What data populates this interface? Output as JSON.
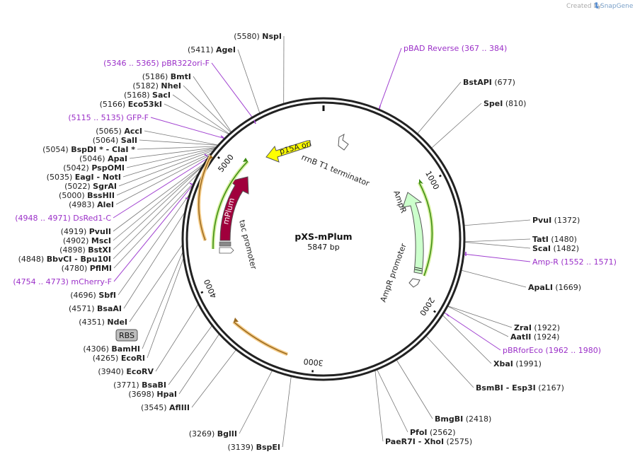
{
  "branding": {
    "created_by": "Created by",
    "app": "SnapGene"
  },
  "map": {
    "name": "pXS-mPlum",
    "length_label": "5847 bp",
    "total_bp": 5847,
    "ticks": [
      {
        "bp": 0,
        "label": ""
      },
      {
        "bp": 1000,
        "label": "1000"
      },
      {
        "bp": 2000,
        "label": "2000"
      },
      {
        "bp": 3000,
        "label": "3000"
      },
      {
        "bp": 4000,
        "label": "4000"
      },
      {
        "bp": 5000,
        "label": "5000"
      }
    ]
  },
  "features": [
    {
      "name": "p15A ori",
      "color": "#ffff00"
    },
    {
      "name": "rrnB T1 terminator",
      "color": "#ffffff"
    },
    {
      "name": "AmpR",
      "color": "#ccffcc"
    },
    {
      "name": "AmpR promoter",
      "color": "#ffffff"
    },
    {
      "name": "mPlum",
      "color": "#a0003c"
    },
    {
      "name": "tac promoter",
      "color": "#ffffff"
    },
    {
      "name": "RBS",
      "color": "#bbbbbb"
    }
  ],
  "sites": [
    {
      "pos": "(5580)",
      "name": "NspI"
    },
    {
      "pos": "(5411)",
      "name": "AgeI"
    },
    {
      "pos": "(5346 .. 5365)",
      "name": "pBR322ori-F",
      "primer": true
    },
    {
      "pos": "(5186)",
      "name": "BmtI"
    },
    {
      "pos": "(5182)",
      "name": "NheI"
    },
    {
      "pos": "(5168)",
      "name": "SacI"
    },
    {
      "pos": "(5166)",
      "name": "Eco53kI"
    },
    {
      "pos": "(5115 .. 5135)",
      "name": "GFP-F",
      "primer": true
    },
    {
      "pos": "(5065)",
      "name": "AccI"
    },
    {
      "pos": "(5064)",
      "name": "SalI"
    },
    {
      "pos": "(5054)",
      "name": "BspDI * - ClaI *"
    },
    {
      "pos": "(5046)",
      "name": "ApaI"
    },
    {
      "pos": "(5042)",
      "name": "PspOMI"
    },
    {
      "pos": "(5035)",
      "name": "EagI  - NotI"
    },
    {
      "pos": "(5022)",
      "name": "SgrAI"
    },
    {
      "pos": "(5000)",
      "name": "BssHII"
    },
    {
      "pos": "(4983)",
      "name": "AleI"
    },
    {
      "pos": "(4948 .. 4971)",
      "name": "DsRed1-C",
      "primer": true
    },
    {
      "pos": "(4919)",
      "name": "PvuII"
    },
    {
      "pos": "(4902)",
      "name": "MscI"
    },
    {
      "pos": "(4898)",
      "name": "BstXI"
    },
    {
      "pos": "(4848)",
      "name": "BbvCI  - Bpu10I"
    },
    {
      "pos": "(4780)",
      "name": "PflMI"
    },
    {
      "pos": "(4754 .. 4773)",
      "name": "mCherry-F",
      "primer": true
    },
    {
      "pos": "(4696)",
      "name": "SbfI"
    },
    {
      "pos": "(4571)",
      "name": "BsaAI"
    },
    {
      "pos": "(4351)",
      "name": "NdeI"
    },
    {
      "pos": "(4306)",
      "name": "BamHI"
    },
    {
      "pos": "(4265)",
      "name": "EcoRI"
    },
    {
      "pos": "(3940)",
      "name": "EcoRV"
    },
    {
      "pos": "(3771)",
      "name": "BsaBI"
    },
    {
      "pos": "(3698)",
      "name": "HpaI"
    },
    {
      "pos": "(3545)",
      "name": "AflIII"
    },
    {
      "pos": "(3269)",
      "name": "BglII"
    },
    {
      "pos": "(3139)",
      "name": "BspEI"
    },
    {
      "pos": "(367 .. 384)",
      "name": "pBAD Reverse",
      "primer": true
    },
    {
      "pos": "(677)",
      "name": "BstAPI"
    },
    {
      "pos": "(810)",
      "name": "SpeI"
    },
    {
      "pos": "(1372)",
      "name": "PvuI"
    },
    {
      "pos": "(1480)",
      "name": "TatI"
    },
    {
      "pos": "(1482)",
      "name": "ScaI"
    },
    {
      "pos": "(1552 .. 1571)",
      "name": "Amp-R",
      "primer": true
    },
    {
      "pos": "(1669)",
      "name": "ApaLI"
    },
    {
      "pos": "(1922)",
      "name": "ZraI"
    },
    {
      "pos": "(1924)",
      "name": "AatII"
    },
    {
      "pos": "(1962 .. 1980)",
      "name": "pBRforEco",
      "primer": true
    },
    {
      "pos": "(1991)",
      "name": "XbaI"
    },
    {
      "pos": "(2167)",
      "name": "BsmBI  - Esp3I"
    },
    {
      "pos": "(2418)",
      "name": "BmgBI"
    },
    {
      "pos": "(2562)",
      "name": "PfoI"
    },
    {
      "pos": "(2575)",
      "name": "PaeR7I  - XhoI"
    }
  ]
}
